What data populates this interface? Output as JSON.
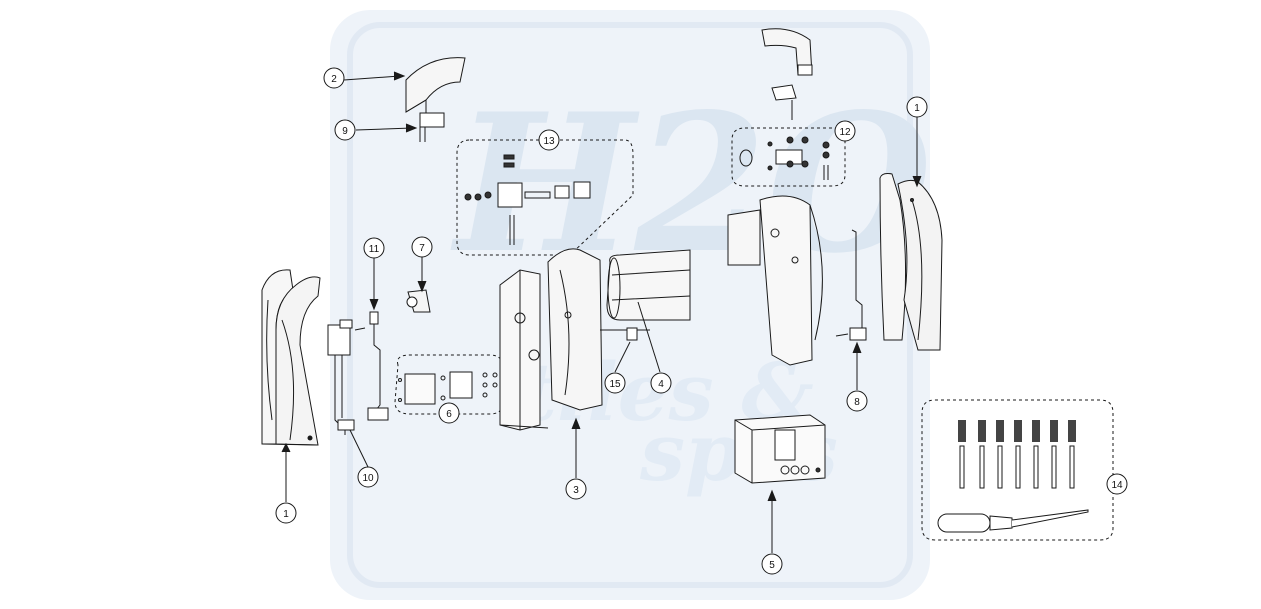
{
  "watermark": {
    "logo_letters": "H2O",
    "line1": "tiles &",
    "line2": "spas",
    "color": "#dbe6f1"
  },
  "diagram": {
    "title": "",
    "line_color": "#1a1a1a",
    "callouts": [
      {
        "id": "callout-1-left",
        "label": "1"
      },
      {
        "id": "callout-1-right",
        "label": "1"
      },
      {
        "id": "callout-2",
        "label": "2"
      },
      {
        "id": "callout-3",
        "label": "3"
      },
      {
        "id": "callout-4",
        "label": "4"
      },
      {
        "id": "callout-5",
        "label": "5"
      },
      {
        "id": "callout-6",
        "label": "6"
      },
      {
        "id": "callout-7",
        "label": "7"
      },
      {
        "id": "callout-8",
        "label": "8"
      },
      {
        "id": "callout-9",
        "label": "9"
      },
      {
        "id": "callout-10",
        "label": "10"
      },
      {
        "id": "callout-11",
        "label": "11"
      },
      {
        "id": "callout-12",
        "label": "12"
      },
      {
        "id": "callout-13",
        "label": "13"
      },
      {
        "id": "callout-14",
        "label": "14"
      },
      {
        "id": "callout-15",
        "label": "15"
      }
    ]
  }
}
